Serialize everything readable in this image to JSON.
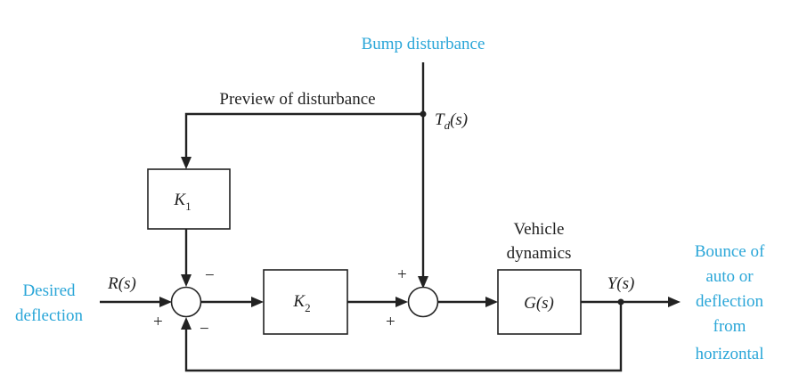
{
  "labels": {
    "bump_disturbance": "Bump disturbance",
    "preview": "Preview of disturbance",
    "td_main": "T",
    "td_sub": "d",
    "td_arg": "(s)",
    "k1_main": "K",
    "k1_sub": "1",
    "k2_main": "K",
    "k2_sub": "2",
    "g": "G(s)",
    "vehicle_line1": "Vehicle",
    "vehicle_line2": "dynamics",
    "r": "R(s)",
    "y": "Y(s)",
    "desired_line1": "Desired",
    "desired_line2": "deflection",
    "output_line1": "Bounce of",
    "output_line2": "auto or",
    "output_line3": "deflection",
    "output_line4": "from",
    "output_line5": "horizontal"
  },
  "signs": {
    "s1_top": "−",
    "s1_left": "+",
    "s1_bottom": "−",
    "s2_top": "+",
    "s2_left": "+"
  },
  "colors": {
    "accent": "#2aa6d8",
    "ink": "#222222"
  }
}
